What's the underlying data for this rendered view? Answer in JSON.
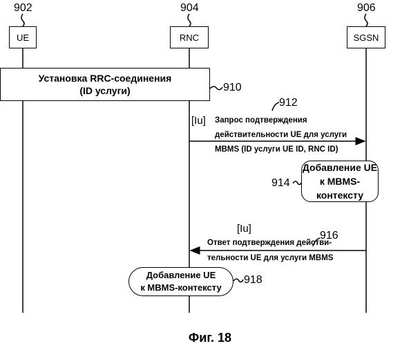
{
  "entities": [
    {
      "ref": "902",
      "label": "UE"
    },
    {
      "ref": "904",
      "label": "RNC"
    },
    {
      "ref": "906",
      "label": "SGSN"
    }
  ],
  "steps": {
    "s910": {
      "ref": "910",
      "line1": "Установка RRC-соединения",
      "line2": "(ID услуги)"
    },
    "s912": {
      "ref": "912",
      "iface": "[Iu]",
      "line1": "Запрос подтверждения",
      "line2": "действительности UE для услуги",
      "line3": "MBMS (ID услуги UE ID, RNC ID)"
    },
    "s914": {
      "ref": "914",
      "line1": "Добавление UE",
      "line2": "к MBMS-контексту"
    },
    "s916": {
      "ref": "916",
      "iface": "[Iu]",
      "line1": "Ответ подтверждения действи-",
      "line2": "тельности UE для услуги MBMS"
    },
    "s918": {
      "ref": "918",
      "line1": "Добавление UE",
      "line2": "к MBMS-контексту"
    }
  },
  "caption": "Фиг. 18"
}
